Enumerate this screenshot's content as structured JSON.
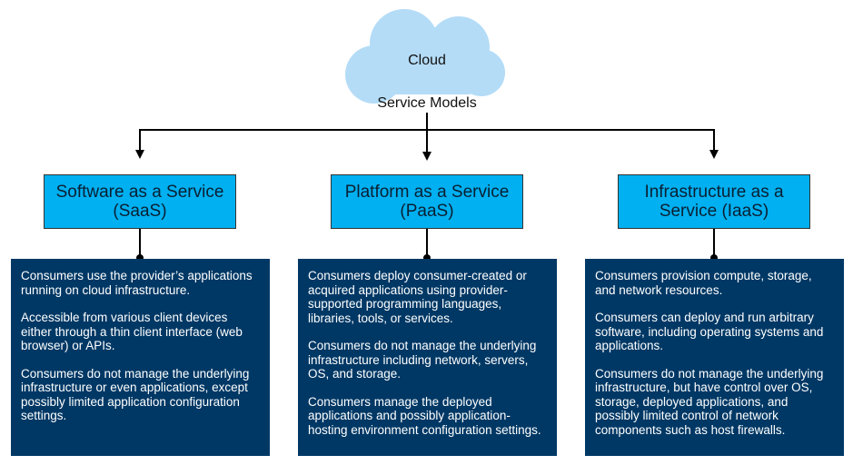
{
  "cloud": {
    "label": "Cloud"
  },
  "service_models_label": "Service Models",
  "models": [
    {
      "title": "Software as a Service (SaaS)",
      "description": [
        "Consumers use the provider’s applications running on cloud infrastructure.",
        "Accessible from various client devices either through a thin client interface (web browser) or APIs.",
        "Consumers do not manage the underlying infrastructure or even applications, except possibly limited application configuration settings."
      ]
    },
    {
      "title": "Platform as a Service (PaaS)",
      "description": [
        "Consumers deploy consumer-created or acquired applications using provider-supported programming languages, libraries, tools, or services.",
        "Consumers do not manage the underlying infrastructure including network, servers, OS, and storage.",
        "Consumers manage the deployed applications and possibly application-hosting environment configuration settings."
      ]
    },
    {
      "title": "Infrastructure as a Service (IaaS)",
      "description": [
        "Consumers provision compute, storage, and network resources.",
        "Consumers can deploy and run arbitrary software, including operating systems and applications.",
        "Consumers do not manage the underlying infrastructure, but have control over OS, storage, deployed applications, and possibly limited control of network components such as host firewalls."
      ]
    }
  ],
  "colors": {
    "cloud_fill": "#b4dcf7",
    "model_box_fill": "#00b0f0",
    "description_fill": "#003865",
    "connector": "#000000"
  }
}
